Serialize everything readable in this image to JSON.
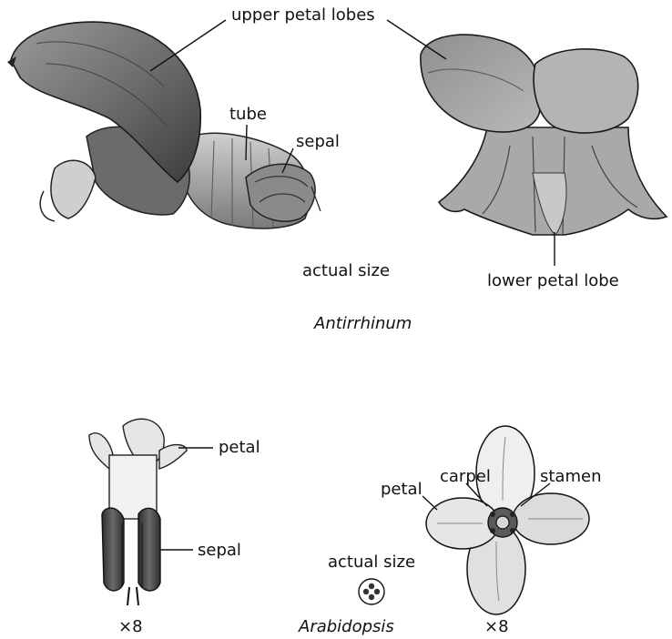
{
  "antirrhinum": {
    "name": "Antirrhinum",
    "labels": {
      "upper_petal_lobes": "upper petal lobes",
      "tube": "tube",
      "sepal": "sepal",
      "actual_size": "actual size",
      "lower_petal_lobe": "lower petal lobe"
    }
  },
  "arabidopsis": {
    "name": "Arabidopsis",
    "labels": {
      "side_petal": "petal",
      "side_sepal": "sepal",
      "top_petal": "petal",
      "carpel": "carpel",
      "stamen": "stamen",
      "actual_size": "actual size",
      "magnification_side": "×8",
      "magnification_top": "×8"
    }
  }
}
